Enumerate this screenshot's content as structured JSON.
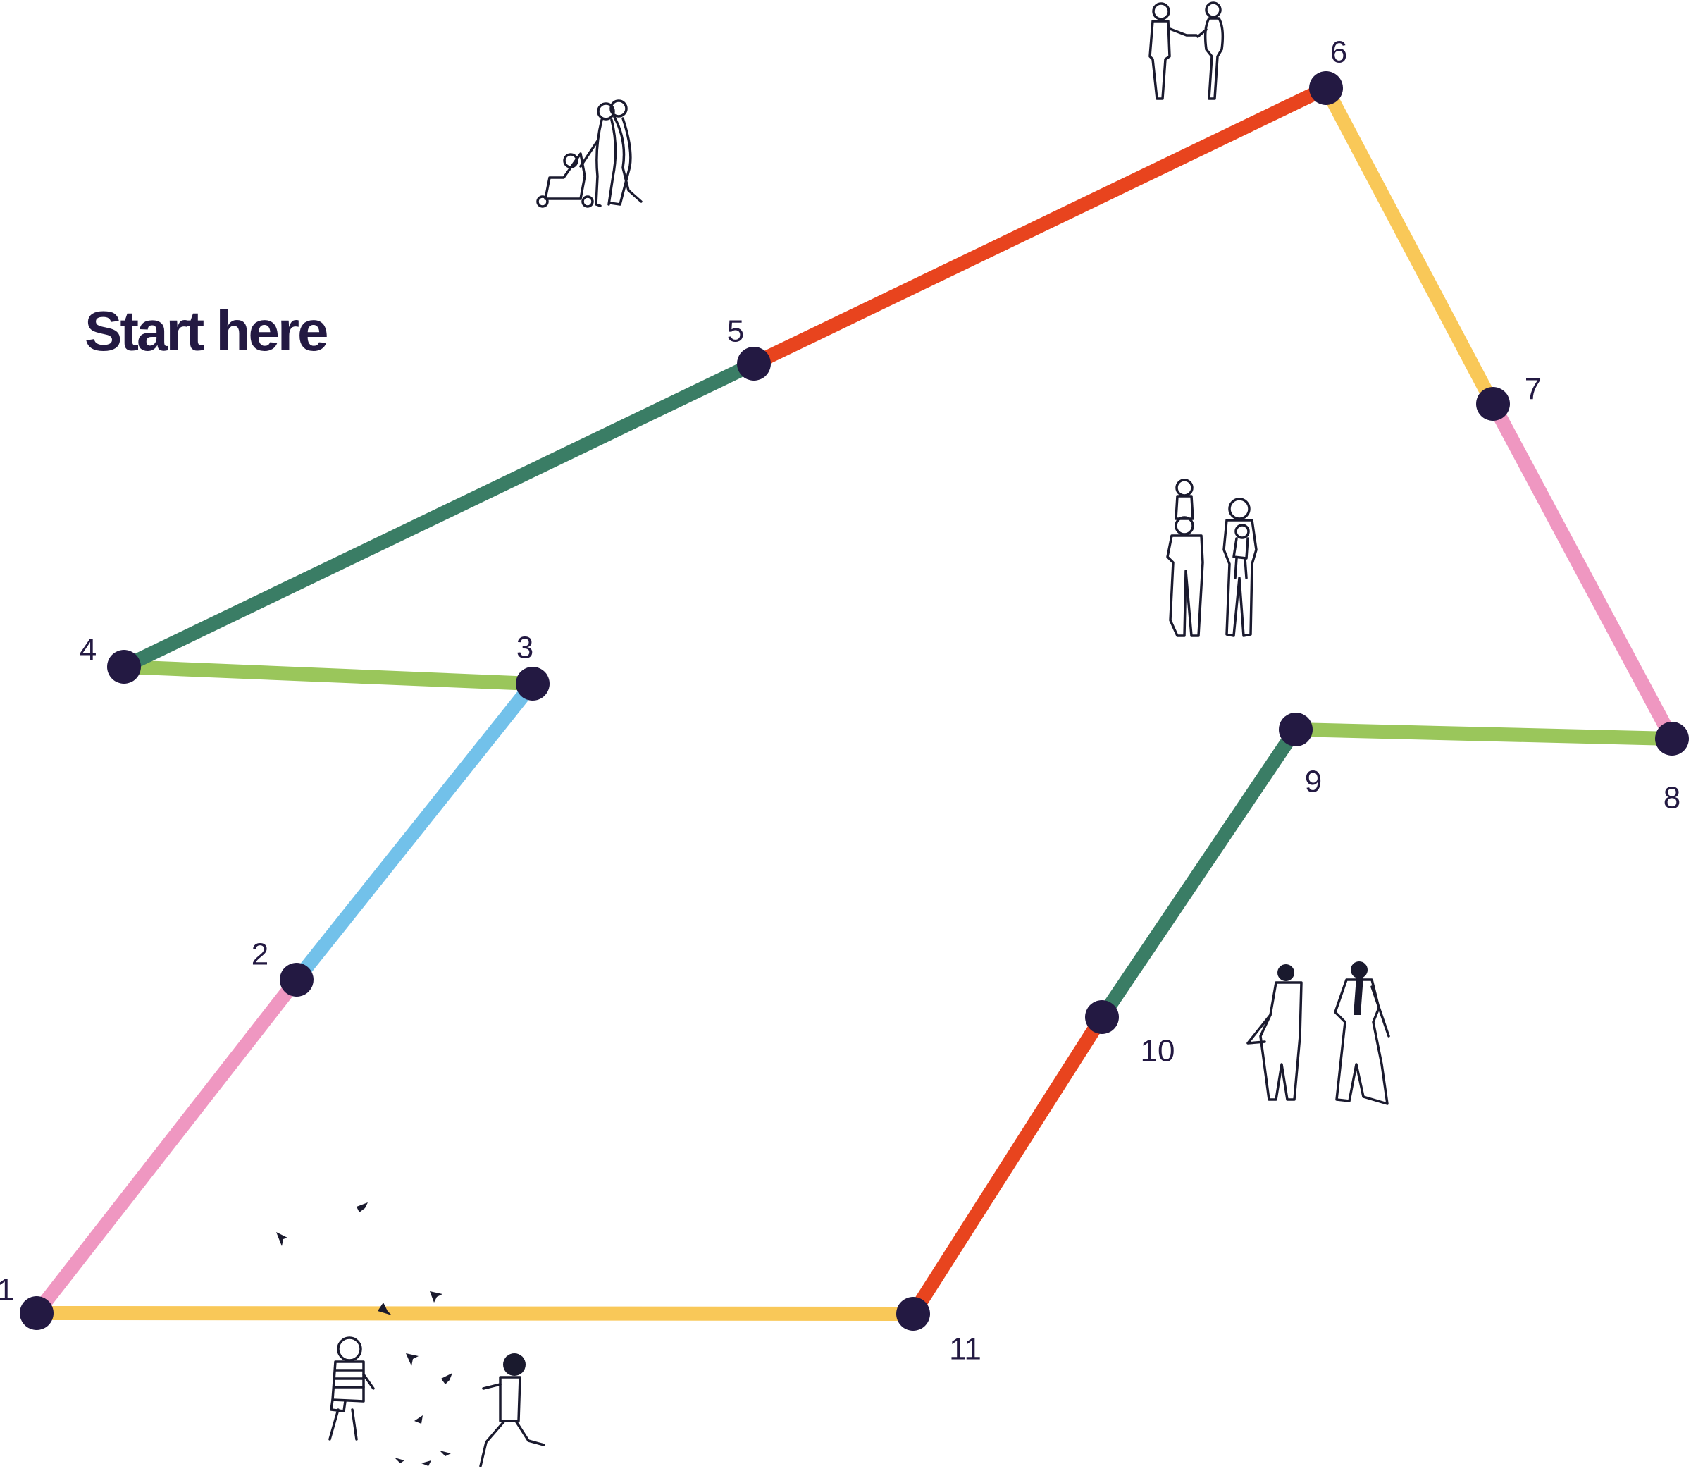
{
  "title": "Start here",
  "colors": {
    "node": "#231942",
    "text": "#231942",
    "segments": {
      "pink": "#ef97c1",
      "blue": "#72c1ea",
      "lime": "#9ac65b",
      "green": "#3a7d65",
      "red": "#e8441e",
      "yellow": "#f9c858"
    }
  },
  "waypoints": [
    {
      "label": "1"
    },
    {
      "label": "2"
    },
    {
      "label": "3"
    },
    {
      "label": "4"
    },
    {
      "label": "5"
    },
    {
      "label": "6"
    },
    {
      "label": "7"
    },
    {
      "label": "8"
    },
    {
      "label": "9"
    },
    {
      "label": "10"
    },
    {
      "label": "11"
    }
  ],
  "segments": [
    {
      "from": "1",
      "to": "2",
      "color": "pink"
    },
    {
      "from": "2",
      "to": "3",
      "color": "blue"
    },
    {
      "from": "3",
      "to": "4",
      "color": "lime"
    },
    {
      "from": "4",
      "to": "5",
      "color": "green"
    },
    {
      "from": "5",
      "to": "6",
      "color": "red"
    },
    {
      "from": "6",
      "to": "7",
      "color": "yellow"
    },
    {
      "from": "7",
      "to": "8",
      "color": "pink"
    },
    {
      "from": "8",
      "to": "9",
      "color": "lime"
    },
    {
      "from": "9",
      "to": "10",
      "color": "green"
    },
    {
      "from": "10",
      "to": "11",
      "color": "red"
    },
    {
      "from": "11",
      "to": "1",
      "color": "yellow"
    }
  ],
  "illustrations": [
    "people-walking-with-stroller-icon",
    "people-shaking-hands-icon",
    "family-with-children-icon",
    "women-in-saris-icon",
    "children-chasing-birds-icon"
  ]
}
